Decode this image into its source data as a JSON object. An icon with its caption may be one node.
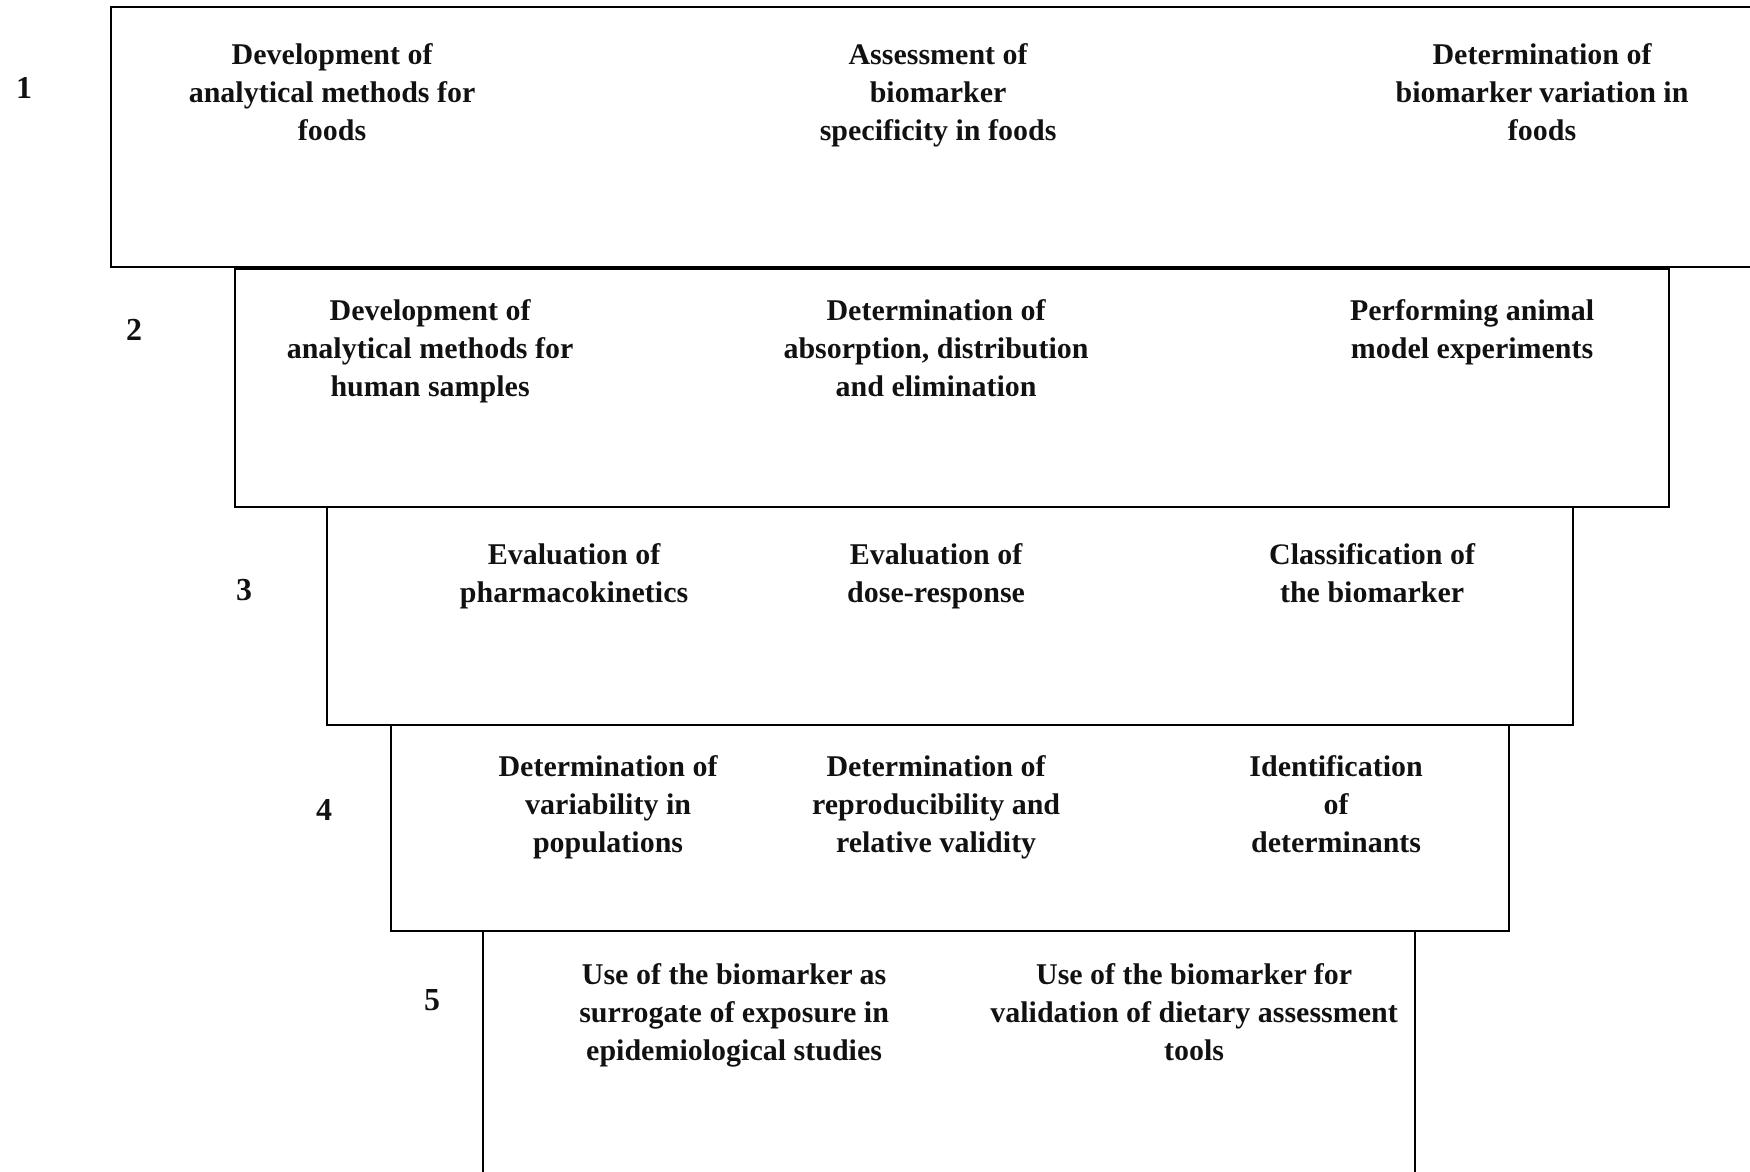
{
  "diagram": {
    "nodes": [
      {
        "text": [
          "Development of analytical methods for foods",
          "Assessment of biomarker specificity in foods",
          "Determination of biomarker variation in foods"
        ]
      },
      {
        "text": [
          "Development of analytical methods for human samples",
          "Determination of absorption, distribution and elimination",
          "Performing animal model experiments"
        ]
      },
      {
        "text": [
          "Evaluation of pharmacokinetics",
          "Evaluation of dose-response",
          "Classification of the biomarker"
        ]
      },
      {
        "text": [
          "Determination of variability in populations",
          "Determination of reproducibility and relative validity",
          "Identification of determinants"
        ]
      },
      {
        "text": [
          "Use of the biomarker as surrogate of exposure in epidemiological studies",
          "Use of the biomarker for validation of dietary assessment tools"
        ]
      }
    ],
    "labels": [
      "1",
      "2",
      "3",
      "4",
      "5"
    ]
  }
}
